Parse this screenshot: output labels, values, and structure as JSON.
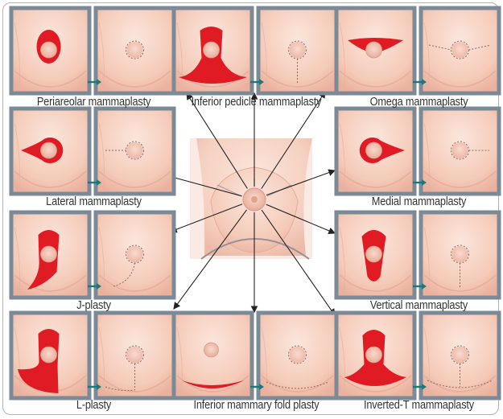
{
  "colors": {
    "frame": "#c9a6b4",
    "panel_border": "#7b8a96",
    "skin": "#f7d4c5",
    "skin_shadow": "#e9ae9b",
    "excision_red": "#e01b24",
    "arrow_black": "#222222",
    "arrow_teal": "#1a7a78"
  },
  "procedures": [
    {
      "id": "periareolar",
      "label": "Periareolar mammaplasty"
    },
    {
      "id": "inferior-pedicle",
      "label": "Inferior pedicle mammaplasty"
    },
    {
      "id": "omega",
      "label": "Omega mammaplasty"
    },
    {
      "id": "lateral",
      "label": "Lateral mammaplasty"
    },
    {
      "id": "medial",
      "label": "Medial mammaplasty"
    },
    {
      "id": "j-plasty",
      "label": "J-plasty"
    },
    {
      "id": "vertical",
      "label": "Vertical mammaplasty"
    },
    {
      "id": "l-plasty",
      "label": "L-plasty"
    },
    {
      "id": "inferior-fold",
      "label": "Inferior mammary fold plasty"
    },
    {
      "id": "inverted-t",
      "label": "Inverted-T mammaplasty"
    }
  ]
}
